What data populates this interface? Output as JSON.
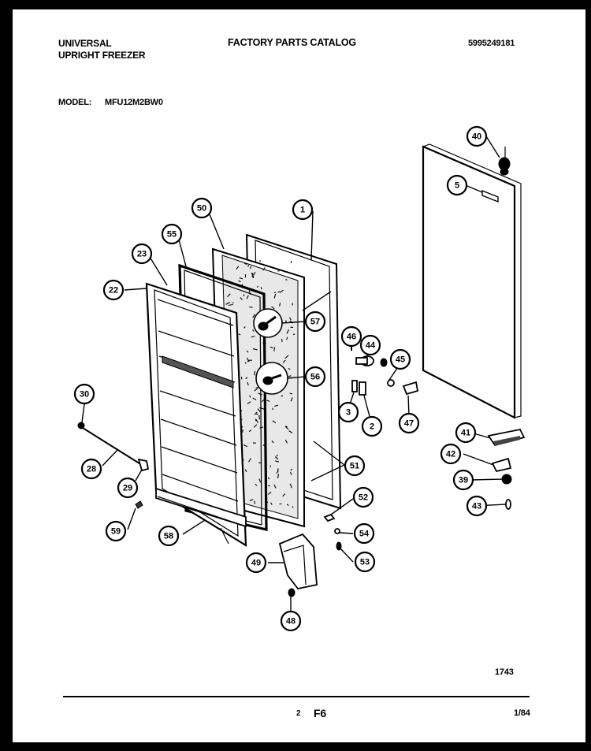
{
  "header": {
    "brand_line1": "UNIVERSAL",
    "brand_line2": "UPRIGHT FREEZER",
    "catalog_title": "FACTORY PARTS CATALOG",
    "catalog_number": "5995249181",
    "model_label": "MODEL:",
    "model_value": "MFU12M2BW0"
  },
  "footer": {
    "diagram_code": "1743",
    "page_number": "2",
    "section": "F6",
    "date": "1/84"
  },
  "callouts": [
    "40",
    "5",
    "50",
    "1",
    "55",
    "23",
    "22",
    "57",
    "46",
    "44",
    "45",
    "56",
    "3",
    "2",
    "47",
    "30",
    "28",
    "29",
    "51",
    "41",
    "42",
    "39",
    "43",
    "52",
    "59",
    "58",
    "54",
    "49",
    "53",
    "48"
  ]
}
